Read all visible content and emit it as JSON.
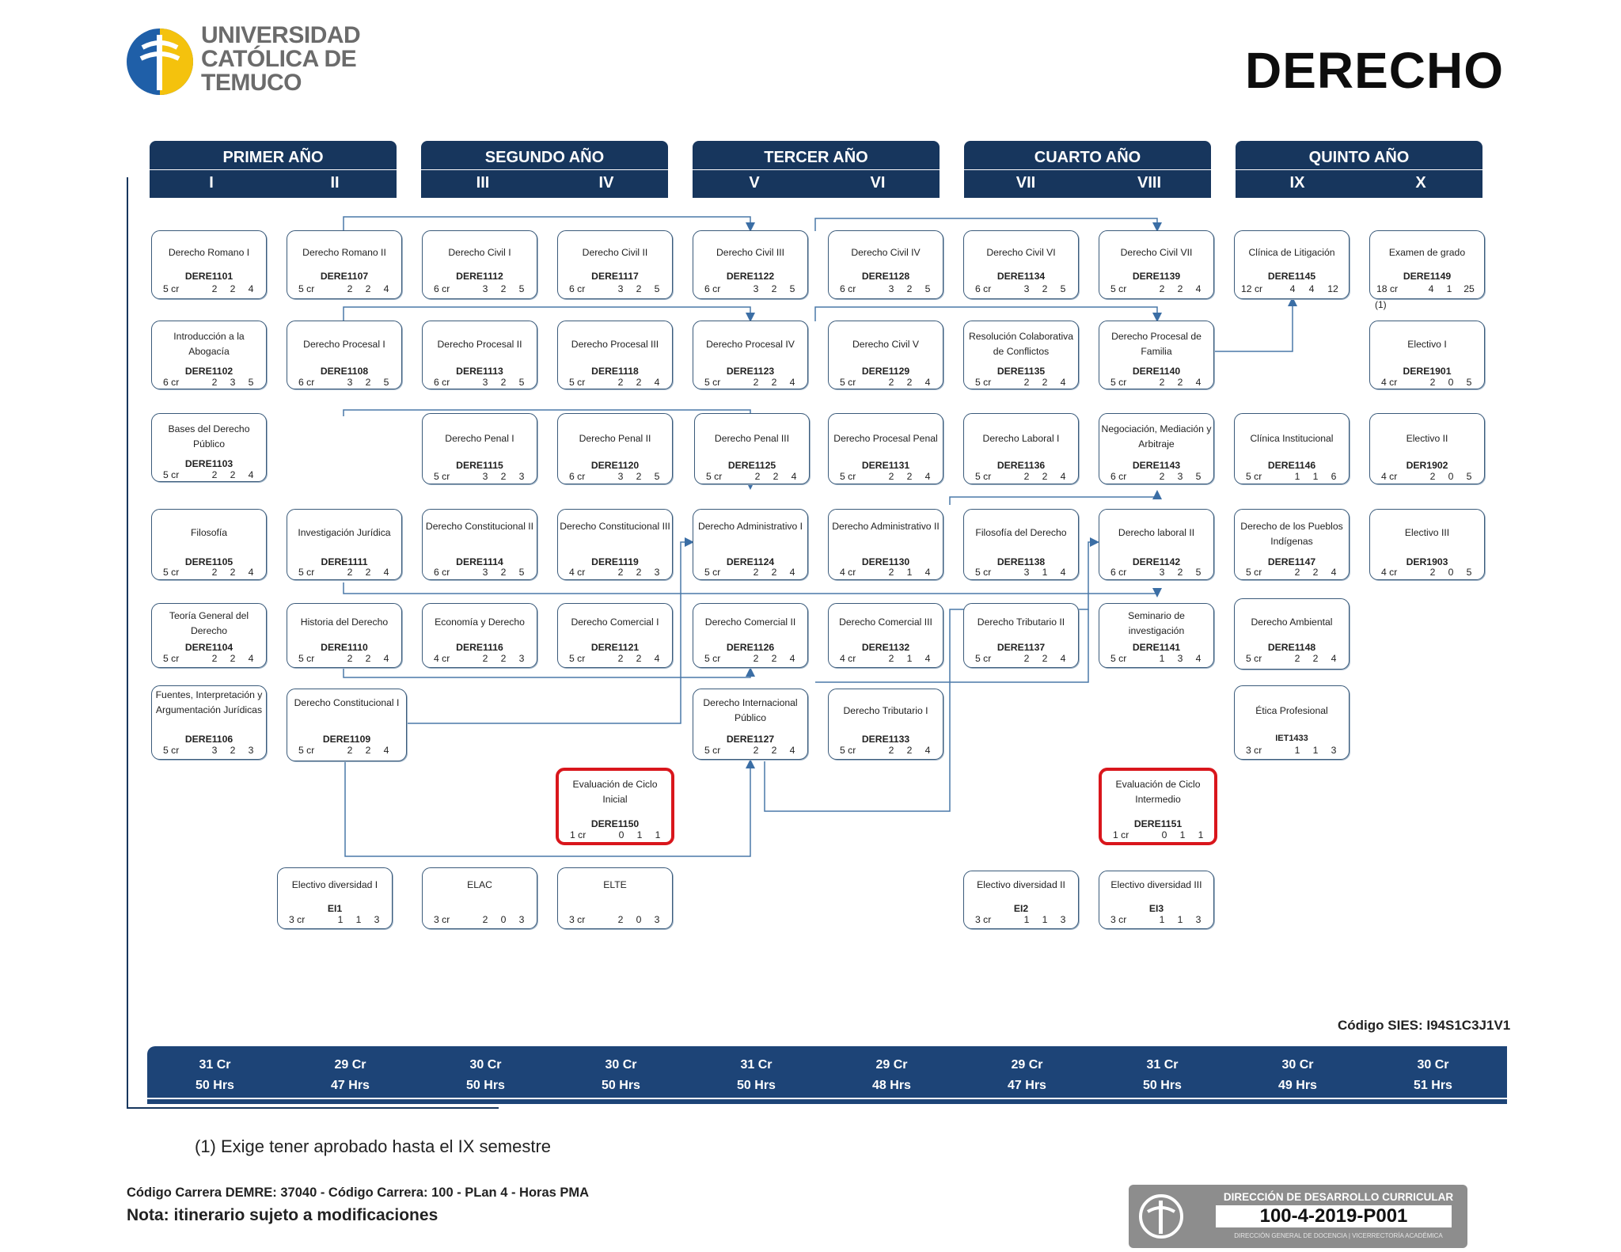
{
  "logo": {
    "line1": "UNIVERSIDAD",
    "line2": "CATÓLICA DE",
    "line3": "TEMUCO"
  },
  "title": "DERECHO",
  "years": [
    {
      "label": "PRIMER AÑO",
      "s1": "I",
      "s2": "II"
    },
    {
      "label": "SEGUNDO AÑO",
      "s1": "III",
      "s2": "IV"
    },
    {
      "label": "TERCER AÑO",
      "s1": "V",
      "s2": "VI"
    },
    {
      "label": "CUARTO AÑO",
      "s1": "VII",
      "s2": "VIII"
    },
    {
      "label": "QUINTO AÑO",
      "s1": "IX",
      "s2": "X"
    }
  ],
  "courses": [
    {
      "id": "c1101",
      "name": "Derecho Romano I",
      "code": "DERE1101",
      "cr": "5 cr",
      "h": [
        "2",
        "2",
        "4"
      ]
    },
    {
      "id": "c1102",
      "name": "Introducción a la Abogacía",
      "code": "DERE1102",
      "cr": "6 cr",
      "h": [
        "2",
        "3",
        "5"
      ]
    },
    {
      "id": "c1103",
      "name": "Bases del Derecho Público",
      "code": "DERE1103",
      "cr": "5 cr",
      "h": [
        "2",
        "2",
        "4"
      ]
    },
    {
      "id": "c1105",
      "name": "Filosofía",
      "code": "DERE1105",
      "cr": "5 cr",
      "h": [
        "2",
        "2",
        "4"
      ]
    },
    {
      "id": "c1104",
      "name": "Teoría General del Derecho",
      "code": "DERE1104",
      "cr": "5 cr",
      "h": [
        "2",
        "2",
        "4"
      ]
    },
    {
      "id": "c1106",
      "name": "Fuentes, Interpretación y Argumentación Jurídicas",
      "code": "DERE1106",
      "cr": "5 cr",
      "h": [
        "3",
        "2",
        "3"
      ]
    },
    {
      "id": "c1107",
      "name": "Derecho Romano II",
      "code": "DERE1107",
      "cr": "5 cr",
      "h": [
        "2",
        "2",
        "4"
      ]
    },
    {
      "id": "c1108",
      "name": "Derecho Procesal I",
      "code": "DERE1108",
      "cr": "6 cr",
      "h": [
        "3",
        "2",
        "5"
      ]
    },
    {
      "id": "c1111",
      "name": "Investigación Jurídica",
      "code": "DERE1111",
      "cr": "5 cr",
      "h": [
        "2",
        "2",
        "4"
      ]
    },
    {
      "id": "c1110",
      "name": "Historia del Derecho",
      "code": "DERE1110",
      "cr": "5 cr",
      "h": [
        "2",
        "2",
        "4"
      ]
    },
    {
      "id": "c1109",
      "name": "Derecho Constitucional I",
      "code": "DERE1109",
      "cr": "5 cr",
      "h": [
        "2",
        "2",
        "4"
      ]
    },
    {
      "id": "ei1",
      "name": "Electivo diversidad I",
      "code": "EI1",
      "cr": "3 cr",
      "h": [
        "1",
        "1",
        "3"
      ]
    },
    {
      "id": "c1112",
      "name": "Derecho Civil I",
      "code": "DERE1112",
      "cr": "6 cr",
      "h": [
        "3",
        "2",
        "5"
      ]
    },
    {
      "id": "c1113",
      "name": "Derecho Procesal II",
      "code": "DERE1113",
      "cr": "6 cr",
      "h": [
        "3",
        "2",
        "5"
      ]
    },
    {
      "id": "c1115",
      "name": "Derecho Penal I",
      "code": "DERE1115",
      "cr": "5 cr",
      "h": [
        "3",
        "2",
        "3"
      ]
    },
    {
      "id": "c1114",
      "name": "Derecho Constitucional II",
      "code": "DERE1114",
      "cr": "6 cr",
      "h": [
        "3",
        "2",
        "5"
      ]
    },
    {
      "id": "c1116",
      "name": "Economía y Derecho",
      "code": "DERE1116",
      "cr": "4 cr",
      "h": [
        "2",
        "2",
        "3"
      ]
    },
    {
      "id": "elac",
      "name": "ELAC",
      "code": "",
      "cr": "3 cr",
      "h": [
        "2",
        "0",
        "3"
      ]
    },
    {
      "id": "c1117",
      "name": "Derecho Civil II",
      "code": "DERE1117",
      "cr": "6 cr",
      "h": [
        "3",
        "2",
        "5"
      ]
    },
    {
      "id": "c1118",
      "name": "Derecho Procesal III",
      "code": "DERE1118",
      "cr": "5 cr",
      "h": [
        "2",
        "2",
        "4"
      ]
    },
    {
      "id": "c1120",
      "name": "Derecho Penal II",
      "code": "DERE1120",
      "cr": "6 cr",
      "h": [
        "3",
        "2",
        "5"
      ]
    },
    {
      "id": "c1119",
      "name": "Derecho Constitucional III",
      "code": "DERE1119",
      "cr": "4 cr",
      "h": [
        "2",
        "2",
        "3"
      ]
    },
    {
      "id": "c1121",
      "name": "Derecho Comercial I",
      "code": "DERE1121",
      "cr": "5 cr",
      "h": [
        "2",
        "2",
        "4"
      ]
    },
    {
      "id": "c1150",
      "name": "Evaluación de Ciclo Inicial",
      "code": "DERE1150",
      "cr": "1 cr",
      "h": [
        "0",
        "1",
        "1"
      ]
    },
    {
      "id": "elte",
      "name": "ELTE",
      "code": "",
      "cr": "3 cr",
      "h": [
        "2",
        "0",
        "3"
      ]
    },
    {
      "id": "c1122",
      "name": "Derecho Civil III",
      "code": "DERE1122",
      "cr": "6 cr",
      "h": [
        "3",
        "2",
        "5"
      ]
    },
    {
      "id": "c1123",
      "name": "Derecho Procesal IV",
      "code": "DERE1123",
      "cr": "5 cr",
      "h": [
        "2",
        "2",
        "4"
      ]
    },
    {
      "id": "c1125",
      "name": "Derecho Penal III",
      "code": "DERE1125",
      "cr": "5 cr",
      "h": [
        "2",
        "2",
        "4"
      ]
    },
    {
      "id": "c1124",
      "name": "Derecho Administrativo I",
      "code": "DERE1124",
      "cr": "5 cr",
      "h": [
        "2",
        "2",
        "4"
      ]
    },
    {
      "id": "c1126",
      "name": "Derecho Comercial II",
      "code": "DERE1126",
      "cr": "5 cr",
      "h": [
        "2",
        "2",
        "4"
      ]
    },
    {
      "id": "c1127",
      "name": "Derecho Internacional Público",
      "code": "DERE1127",
      "cr": "5 cr",
      "h": [
        "2",
        "2",
        "4"
      ]
    },
    {
      "id": "c1128",
      "name": "Derecho Civil IV",
      "code": "DERE1128",
      "cr": "6 cr",
      "h": [
        "3",
        "2",
        "5"
      ]
    },
    {
      "id": "c1129",
      "name": "Derecho Civil V",
      "code": "DERE1129",
      "cr": "5 cr",
      "h": [
        "2",
        "2",
        "4"
      ]
    },
    {
      "id": "c1131",
      "name": "Derecho Procesal Penal",
      "code": "DERE1131",
      "cr": "5 cr",
      "h": [
        "2",
        "2",
        "4"
      ]
    },
    {
      "id": "c1130",
      "name": "Derecho Administrativo II",
      "code": "DERE1130",
      "cr": "4 cr",
      "h": [
        "2",
        "1",
        "4"
      ]
    },
    {
      "id": "c1132",
      "name": "Derecho Comercial III",
      "code": "DERE1132",
      "cr": "4 cr",
      "h": [
        "2",
        "1",
        "4"
      ]
    },
    {
      "id": "c1133",
      "name": "Derecho Tributario I",
      "code": "DERE1133",
      "cr": "5 cr",
      "h": [
        "2",
        "2",
        "4"
      ]
    },
    {
      "id": "c1134",
      "name": "Derecho Civil VI",
      "code": "DERE1134",
      "cr": "6 cr",
      "h": [
        "3",
        "2",
        "5"
      ]
    },
    {
      "id": "c1135",
      "name": "Resolución Colaborativa de Conflictos",
      "code": "DERE1135",
      "cr": "5 cr",
      "h": [
        "2",
        "2",
        "4"
      ]
    },
    {
      "id": "c1136",
      "name": "Derecho Laboral I",
      "code": "DERE1136",
      "cr": "5 cr",
      "h": [
        "2",
        "2",
        "4"
      ]
    },
    {
      "id": "c1138",
      "name": "Filosofía del Derecho",
      "code": "DERE1138",
      "cr": "5 cr",
      "h": [
        "3",
        "1",
        "4"
      ]
    },
    {
      "id": "c1137",
      "name": "Derecho Tributario II",
      "code": "DERE1137",
      "cr": "5 cr",
      "h": [
        "2",
        "2",
        "4"
      ]
    },
    {
      "id": "ei2",
      "name": "Electivo diversidad II",
      "code": "EI2",
      "cr": "3 cr",
      "h": [
        "1",
        "1",
        "3"
      ]
    },
    {
      "id": "c1139",
      "name": "Derecho Civil VII",
      "code": "DERE1139",
      "cr": "5 cr",
      "h": [
        "2",
        "2",
        "4"
      ]
    },
    {
      "id": "c1140",
      "name": "Derecho Procesal de Familia",
      "code": "DERE1140",
      "cr": "5 cr",
      "h": [
        "2",
        "2",
        "4"
      ]
    },
    {
      "id": "c1143",
      "name": "Negociación, Mediación y Arbitraje",
      "code": "DERE1143",
      "cr": "6 cr",
      "h": [
        "2",
        "3",
        "5"
      ]
    },
    {
      "id": "c1142",
      "name": "Derecho laboral II",
      "code": "DERE1142",
      "cr": "6 cr",
      "h": [
        "3",
        "2",
        "5"
      ]
    },
    {
      "id": "c1141",
      "name": "Seminario de investigación",
      "code": "DERE1141",
      "cr": "5 cr",
      "h": [
        "1",
        "3",
        "4"
      ]
    },
    {
      "id": "c1151",
      "name": "Evaluación de Ciclo Intermedio",
      "code": "DERE1151",
      "cr": "1 cr",
      "h": [
        "0",
        "1",
        "1"
      ]
    },
    {
      "id": "ei3",
      "name": "Electivo diversidad III",
      "code": "EI3",
      "cr": "3 cr",
      "h": [
        "1",
        "1",
        "3"
      ]
    },
    {
      "id": "c1145",
      "name": "Clínica de Litigación",
      "code": "DERE1145",
      "cr": "12 cr",
      "h": [
        "4",
        "4",
        "12"
      ]
    },
    {
      "id": "c1146",
      "name": "Clínica Institucional",
      "code": "DERE1146",
      "cr": "5 cr",
      "h": [
        "1",
        "1",
        "6"
      ]
    },
    {
      "id": "c1147",
      "name": "Derecho de los Pueblos Indígenas",
      "code": "DERE1147",
      "cr": "5 cr",
      "h": [
        "2",
        "2",
        "4"
      ]
    },
    {
      "id": "c1148",
      "name": "Derecho Ambiental",
      "code": "DERE1148",
      "cr": "5 cr",
      "h": [
        "2",
        "2",
        "4"
      ]
    },
    {
      "id": "iet1433",
      "name": "Ética Profesional",
      "code": "IET1433",
      "cr": "3 cr",
      "h": [
        "1",
        "1",
        "3"
      ]
    },
    {
      "id": "c1149",
      "name": "Examen de grado",
      "code": "DERE1149",
      "cr": "18 cr",
      "h": [
        "4",
        "1",
        "25"
      ]
    },
    {
      "id": "d1901",
      "name": "Electivo I",
      "code": "DERE1901",
      "cr": "4 cr",
      "h": [
        "2",
        "0",
        "5"
      ]
    },
    {
      "id": "d1902",
      "name": "Electivo II",
      "code": "DER1902",
      "cr": "4 cr",
      "h": [
        "2",
        "0",
        "5"
      ]
    },
    {
      "id": "d1903",
      "name": "Electivo III",
      "code": "DER1903",
      "cr": "4 cr",
      "h": [
        "2",
        "0",
        "5"
      ]
    }
  ],
  "footnote_mark": "(1)",
  "sies": "Código SIES: I94S1C3J1V1",
  "totals": [
    {
      "cr": "31 Cr",
      "hrs": "50 Hrs"
    },
    {
      "cr": "29 Cr",
      "hrs": "47 Hrs"
    },
    {
      "cr": "30 Cr",
      "hrs": "50 Hrs"
    },
    {
      "cr": "30 Cr",
      "hrs": "50 Hrs"
    },
    {
      "cr": "31 Cr",
      "hrs": "50 Hrs"
    },
    {
      "cr": "29 Cr",
      "hrs": "48 Hrs"
    },
    {
      "cr": "29 Cr",
      "hrs": "47 Hrs"
    },
    {
      "cr": "31 Cr",
      "hrs": "50 Hrs"
    },
    {
      "cr": "30 Cr",
      "hrs": "49 Hrs"
    },
    {
      "cr": "30 Cr",
      "hrs": "51 Hrs"
    }
  ],
  "footnote": "(1)  Exige tener aprobado hasta el IX semestre",
  "career_codes": "Código Carrera DEMRE: 37040 - Código Carrera: 100 - PLan 4 - Horas PMA",
  "nota": "Nota: itinerario sujeto a modificaciones",
  "badge": {
    "head": "DIRECCIÓN DE DESARROLLO CURRICULAR",
    "code": "100-4-2019-P001",
    "sub": "DIRECCIÓN GENERAL DE DOCENCIA | VICERRECTORÍA ACADÉMICA"
  }
}
